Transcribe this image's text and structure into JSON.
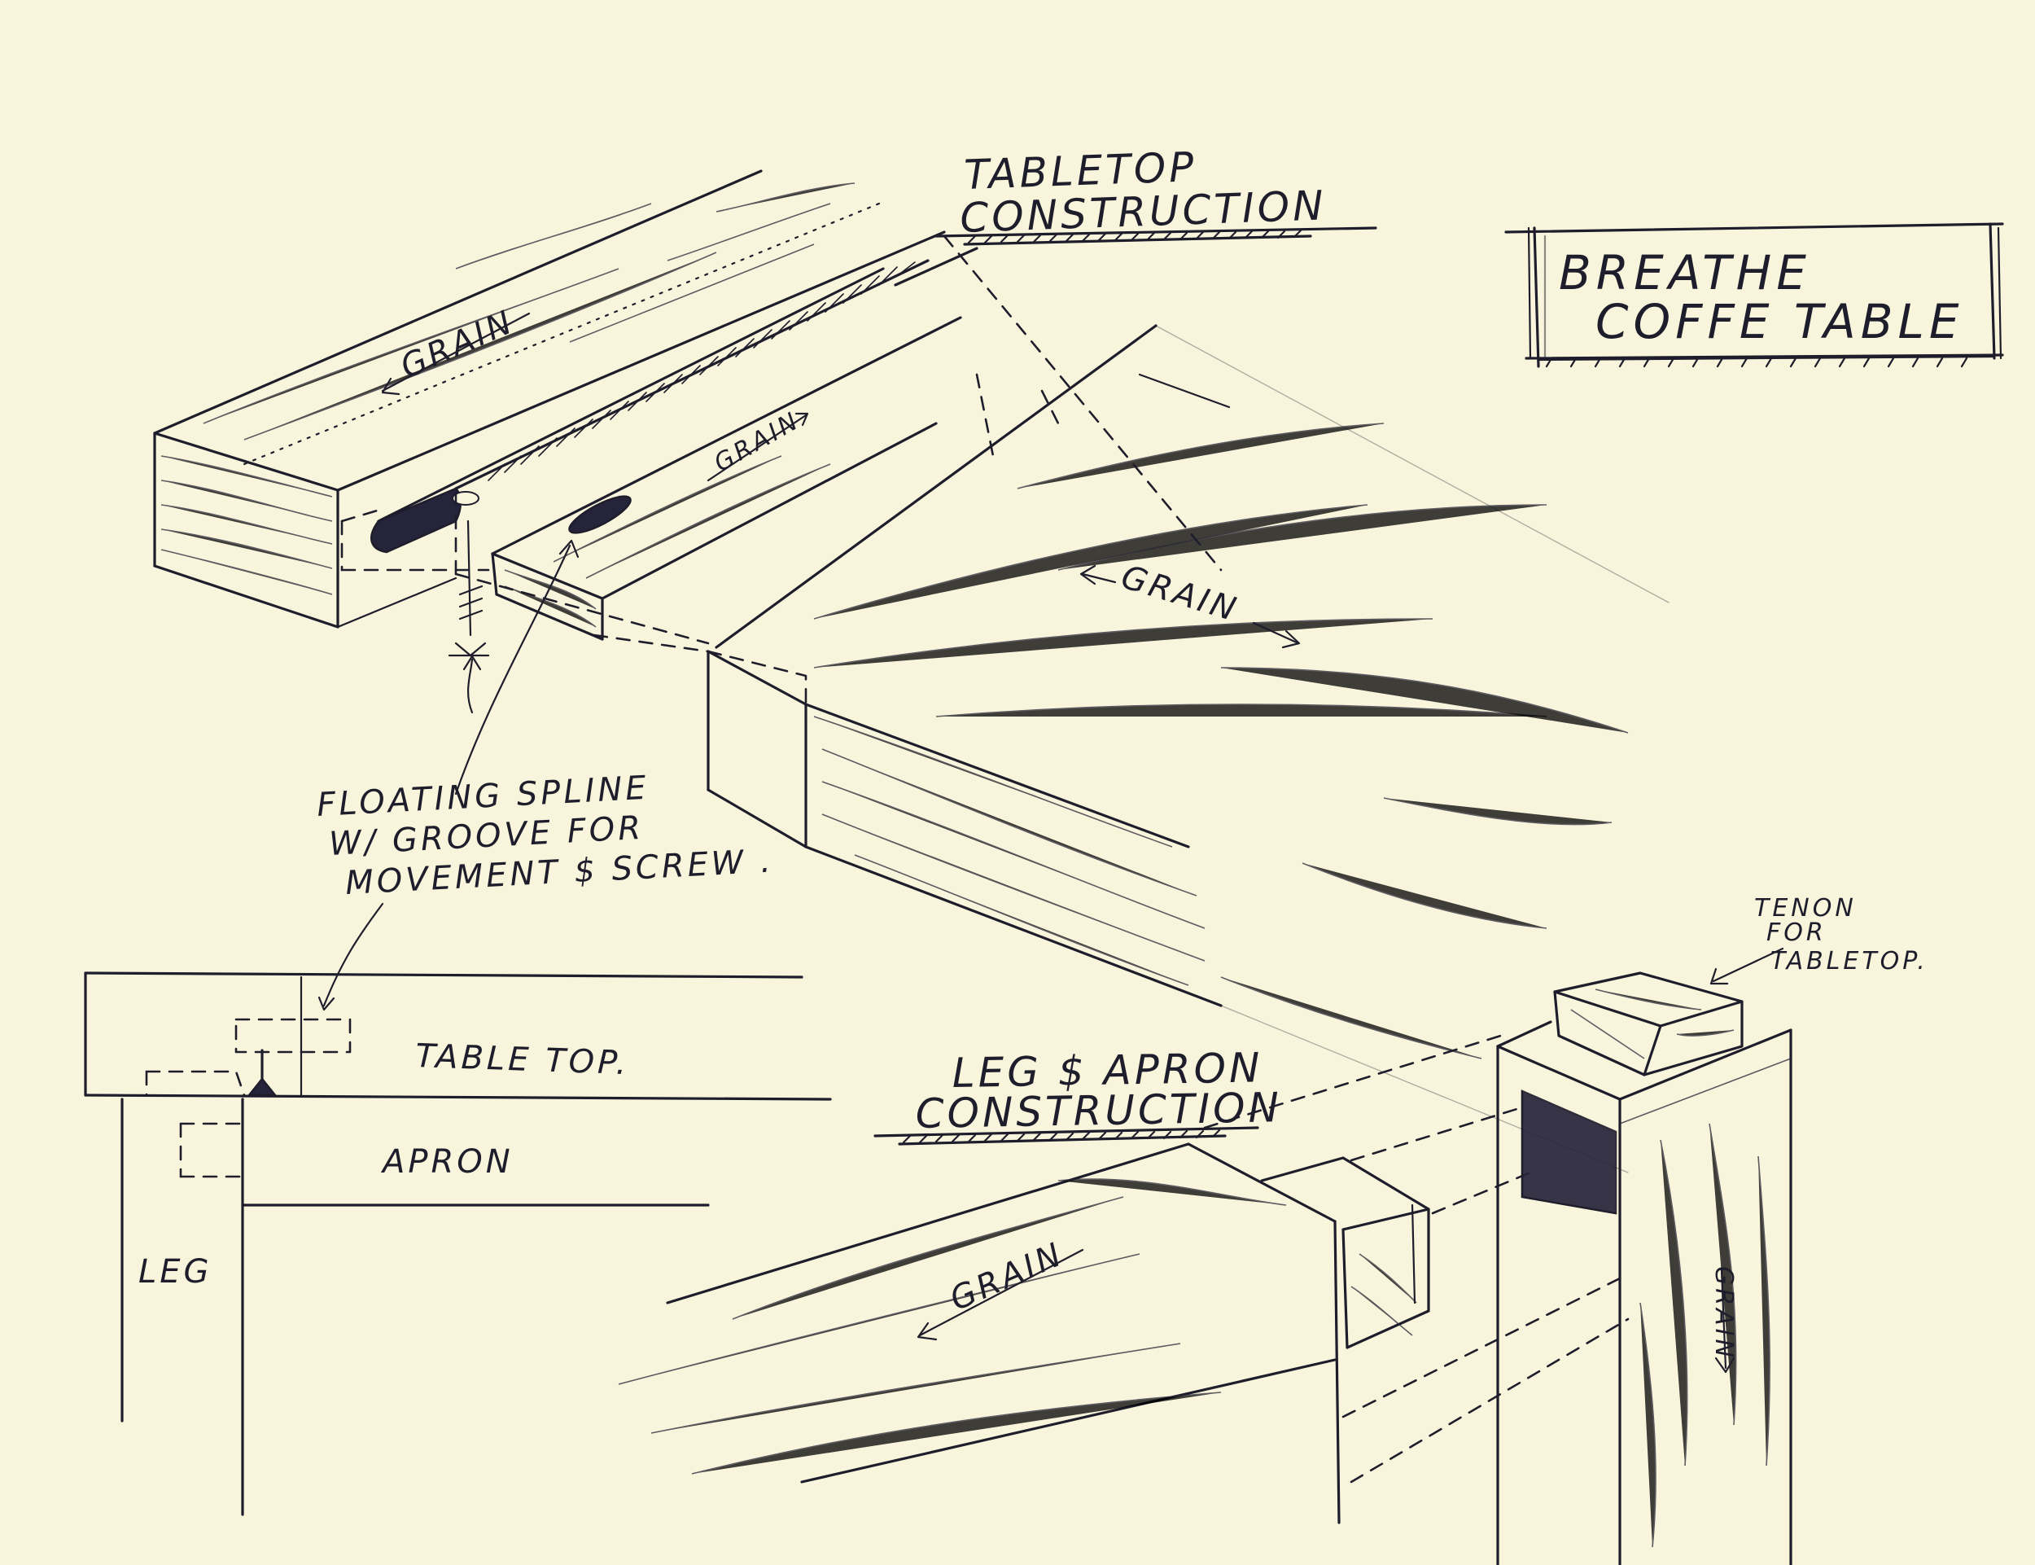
{
  "title_block": {
    "line1": "BREATHE",
    "line2": "COFFE TABLE"
  },
  "headings": {
    "tabletop": {
      "line1": "TABLETOP",
      "line2": "CONSTRUCTION"
    },
    "leg_apron": {
      "line1": "LEG $ APRON",
      "line2": "CONSTRUCTION"
    }
  },
  "annotations": {
    "spline": {
      "line1": "FLOATING SPLINE",
      "line2": "W/ GROOVE FOR",
      "line3": "MOVEMENT $ SCREW ."
    },
    "tenon": {
      "line1": "TENON",
      "line2": "FOR",
      "line3": "TABLETOP."
    }
  },
  "section_labels": {
    "table_top": "TABLE TOP.",
    "apron": "APRON",
    "leg": "LEG"
  },
  "grain_labels": {
    "rail": "GRAIN",
    "spline": "GRAIN",
    "board": "GRAIN",
    "apron": "GRAIN",
    "leg": "GRAIN"
  },
  "colors": {
    "paper": "#f9f5dc",
    "ink": "#1e1d2c"
  }
}
